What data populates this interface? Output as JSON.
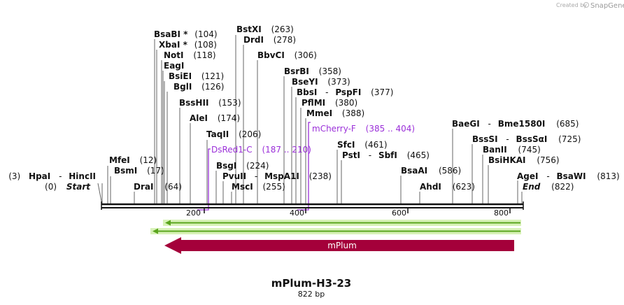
{
  "credit": {
    "prefix": "Created by",
    "brand": "SnapGene"
  },
  "sequence": {
    "name": "mPlum-H3-23",
    "length_label": "822 bp"
  },
  "ruler": {
    "ticks": [
      "200",
      "400",
      "600",
      "800"
    ]
  },
  "ends": {
    "start": {
      "pos": "(0)",
      "label": "Start"
    },
    "end": {
      "label": "End",
      "pos": "(822)"
    }
  },
  "sites": {
    "hpai": {
      "pos": "(3)",
      "name": "HpaI",
      "sep": "-",
      "name2": "HincII"
    },
    "mfei": {
      "name": "MfeI",
      "pos": "(12)"
    },
    "bsmi": {
      "name": "BsmI",
      "pos": "(17)"
    },
    "drai": {
      "name": "DraI",
      "pos": "(64)"
    },
    "bsabi": {
      "name": "BsaBI *",
      "pos": "(104)"
    },
    "xbai": {
      "name": "XbaI *",
      "pos": "(108)"
    },
    "noti": {
      "name": "NotI",
      "pos": "(118)"
    },
    "eagi": {
      "name": "EagI"
    },
    "bsiei": {
      "name": "BsiEI",
      "pos": "(121)"
    },
    "bgli": {
      "name": "BglI",
      "pos": "(126)"
    },
    "bsshii": {
      "name": "BssHII",
      "pos": "(153)"
    },
    "alei": {
      "name": "AleI",
      "pos": "(174)"
    },
    "taqii": {
      "name": "TaqII",
      "pos": "(206)"
    },
    "bsgi": {
      "name": "BsgI",
      "pos": "(224)"
    },
    "pvuii": {
      "name": "PvuII",
      "sep": "-",
      "name2": "MspA1I",
      "pos": "(238)"
    },
    "msci": {
      "name": "MscI",
      "pos": "(255)"
    },
    "bstxi": {
      "name": "BstXI",
      "pos": "(263)"
    },
    "drdi": {
      "name": "DrdI",
      "pos": "(278)"
    },
    "bbvci": {
      "name": "BbvCI",
      "pos": "(306)"
    },
    "bsrbi": {
      "name": "BsrBI",
      "pos": "(358)"
    },
    "bseyi": {
      "name": "BseYI",
      "pos": "(373)"
    },
    "bbsi": {
      "name": "BbsI",
      "sep": "-",
      "name2": "PspFI",
      "pos": "(377)"
    },
    "pfimi": {
      "name": "PflMI",
      "pos": "(380)"
    },
    "mmei": {
      "name": "MmeI",
      "pos": "(388)"
    },
    "sfci": {
      "name": "SfcI",
      "pos": "(461)"
    },
    "psti": {
      "name": "PstI",
      "sep": "-",
      "name2": "SbfI",
      "pos": "(465)"
    },
    "bsaai": {
      "name": "BsaAI",
      "pos": "(586)"
    },
    "ahdi": {
      "name": "AhdI",
      "pos": "(623)"
    },
    "baegi": {
      "name": "BaeGI",
      "sep": "-",
      "name2": "Bme1580I",
      "pos": "(685)"
    },
    "bsssi": {
      "name": "BssSI",
      "sep": "-",
      "name2": "BssSαI",
      "pos": "(725)"
    },
    "banii": {
      "name": "BanII",
      "pos": "(745)"
    },
    "bsihkai": {
      "name": "BsiHKAI",
      "pos": "(756)"
    },
    "agei": {
      "name": "AgeI",
      "sep": "-",
      "name2": "BsaWI",
      "pos": "(813)"
    }
  },
  "primers": {
    "mcherry_f": {
      "name": "mCherry-F",
      "range": "(385 .. 404)"
    },
    "dsred1_c": {
      "name": "DsRed1-C",
      "range": "(187 .. 210)"
    }
  },
  "feature": {
    "name": "mPlum"
  },
  "colors": {
    "feature_fill": "#a4003a",
    "primer_purple": "#9b30d9",
    "orf_green": "#5aa51e",
    "orf_glow": "#d8f2b8"
  }
}
